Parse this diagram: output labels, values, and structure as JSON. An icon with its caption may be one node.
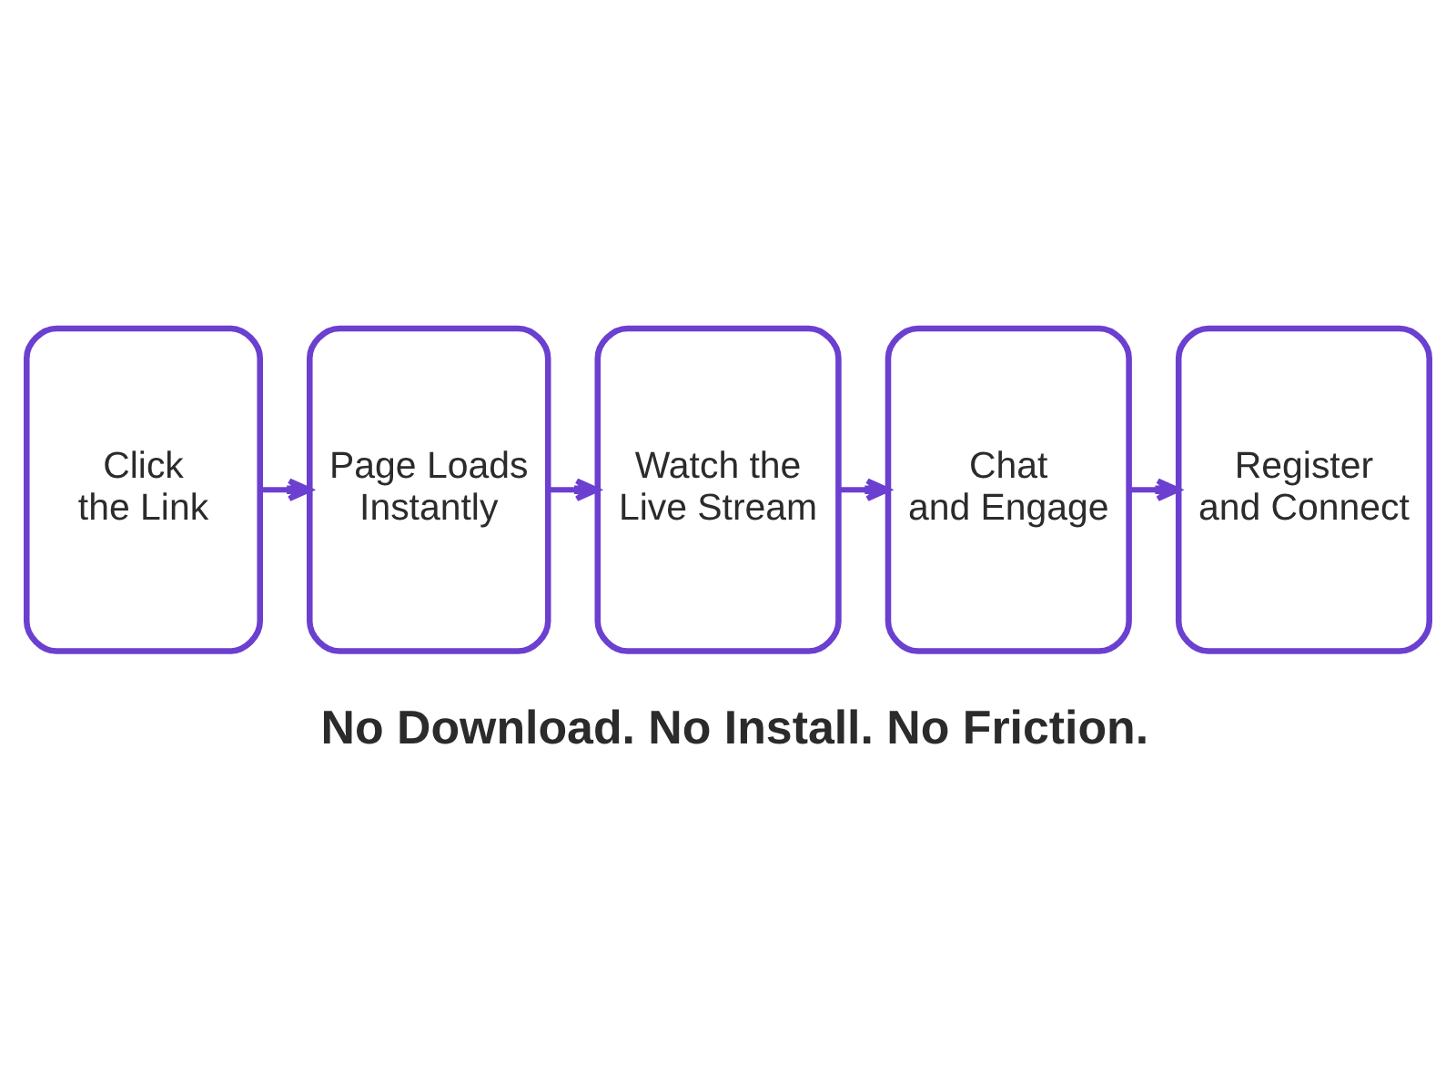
{
  "diagram": {
    "caption": "No Download. No Install. No Friction.",
    "nodes": [
      {
        "text": [
          "Click the Link"
        ]
      },
      {
        "text": [
          "Page Loads Instantly"
        ]
      },
      {
        "text": [
          "Watch the Live Stream"
        ]
      },
      {
        "text": [
          "Chat and Engage"
        ]
      },
      {
        "text": [
          "Register and Connect"
        ]
      }
    ],
    "edges": [
      {
        "from": 0,
        "to": 1,
        "arrow": "to"
      },
      {
        "from": 1,
        "to": 2,
        "arrow": "to"
      },
      {
        "from": 2,
        "to": 3,
        "arrow": "to"
      },
      {
        "from": 3,
        "to": 4,
        "arrow": "to"
      }
    ]
  }
}
